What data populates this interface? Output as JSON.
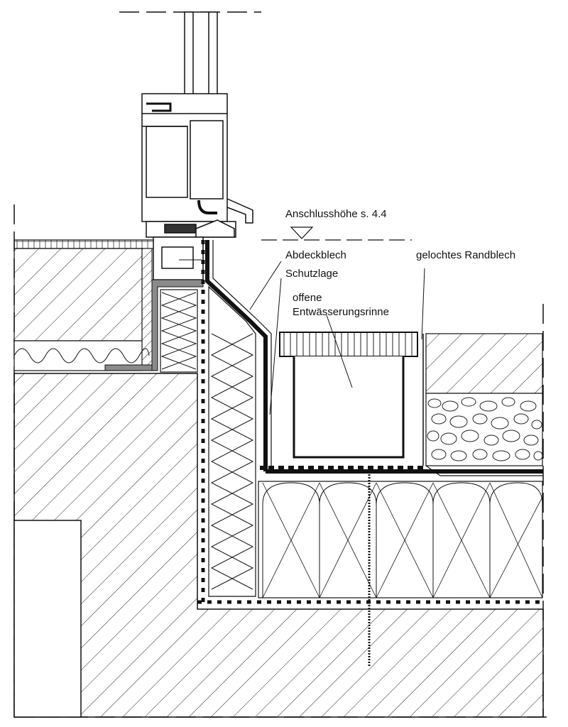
{
  "labels": {
    "connection_height": "Anschlusshöhe s. 4.4",
    "cover_sheet": "Abdeckblech",
    "protective_layer": "Schutzlage",
    "perforated_edge_sheet": "gelochtes Randblech",
    "open_drain_line1": "offene",
    "open_drain_line2": "Entwässerungsrinne"
  },
  "colors": {
    "line": "#111111",
    "background": "#ffffff",
    "membrane": "#111111",
    "metal_grey": "#8a8a8a"
  }
}
